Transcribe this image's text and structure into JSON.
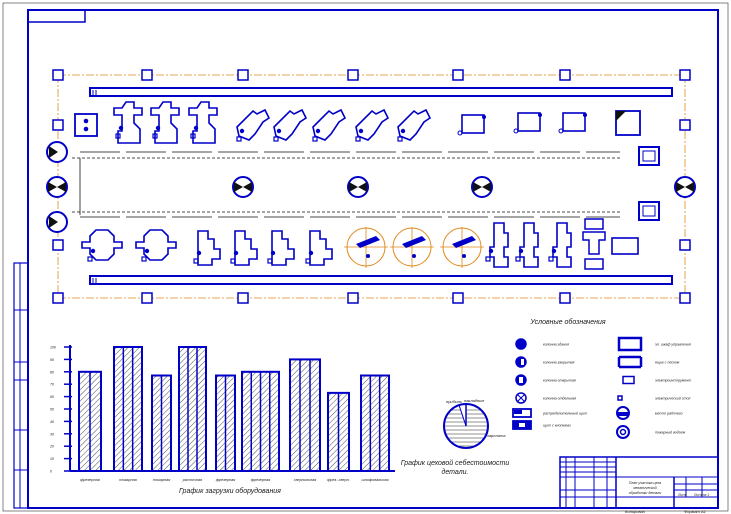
{
  "legend": {
    "title": "Условные обозначения",
    "items_left": [
      "колонна здания",
      "колонна закрытая",
      "колонна открытая",
      "колонна отдельная",
      "распределительный щит",
      "щит с кнопками"
    ],
    "items_right": [
      "эл. шкаф управления",
      "ящик с песком",
      "электроинструмент",
      "электрический стол",
      "место рабочего",
      "пожарный водоем"
    ]
  },
  "chart_data": {
    "type": "bar",
    "title": "График загрузки оборудования",
    "xlabel": "",
    "ylabel": "",
    "ylim": [
      0,
      100
    ],
    "yticks": [
      "0",
      "10",
      "20",
      "30",
      "40",
      "50",
      "60",
      "70",
      "80",
      "90",
      "100"
    ],
    "categories": [
      "фрезерная",
      "токарная",
      "токарная",
      "расточная",
      "фрезерная",
      "фрезерная",
      "сверлильная",
      "фрез.-сверл.",
      "шлифовальная"
    ],
    "values": [
      80,
      100,
      77,
      100,
      77,
      80,
      90,
      63,
      77
    ],
    "machines": [
      2,
      3,
      2,
      3,
      2,
      4,
      3,
      2,
      3
    ],
    "grid": false
  },
  "pie_chart": {
    "type": "pie",
    "title_line1": "График цеховой себестоимости",
    "title_line2": "детали.",
    "slices": [
      {
        "label": "прибыль",
        "value": 4
      },
      {
        "label": "накладные",
        "value": 3
      },
      {
        "label": "зарплата",
        "value": 93
      }
    ]
  },
  "title_block": {
    "doc_title_1": "План участка цеха",
    "doc_title_2": "механической",
    "doc_title_3": "обработки детали",
    "sheet": "Лист",
    "sheets": "Листов 1",
    "format": "Формат A1",
    "copied": "Копировал"
  }
}
